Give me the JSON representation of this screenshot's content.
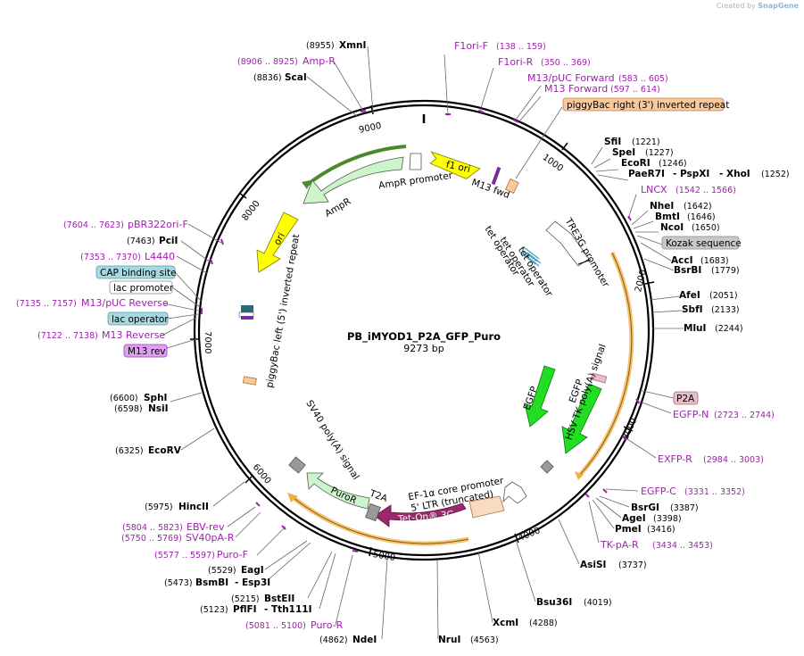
{
  "credit": {
    "prefix": "Created by",
    "brand": "SnapGene"
  },
  "plasmid": {
    "name": "PB_iMYOD1_P2A_GFP_Puro",
    "size_label": "9273 bp"
  },
  "ticks": [
    "1000",
    "2000",
    "3000",
    "4000",
    "5000",
    "6000",
    "7000",
    "8000",
    "9000"
  ],
  "sites_right": [
    {
      "name": "SfiI",
      "pos": "(1221)"
    },
    {
      "name": "SpeI",
      "pos": "(1227)"
    },
    {
      "name": "EcoRI",
      "pos": "(1246)"
    },
    {
      "name": "PaeR7I",
      "pos": ""
    },
    {
      "name": "- PspXI",
      "pos": ""
    },
    {
      "name": "- XhoI",
      "pos": "(1252)"
    },
    {
      "name": "NheI",
      "pos": "(1642)"
    },
    {
      "name": "BmtI",
      "pos": "(1646)"
    },
    {
      "name": "NcoI",
      "pos": "(1650)"
    },
    {
      "name": "AccI",
      "pos": "(1683)"
    },
    {
      "name": "BsrBI",
      "pos": "(1779)"
    },
    {
      "name": "AfeI",
      "pos": "(2051)"
    },
    {
      "name": "SbfI",
      "pos": "(2133)"
    },
    {
      "name": "MluI",
      "pos": "(2244)"
    },
    {
      "name": "BsrGI",
      "pos": "(3387)"
    },
    {
      "name": "AgeI",
      "pos": "(3398)"
    },
    {
      "name": "PmeI",
      "pos": "(3416)"
    },
    {
      "name": "AsiSI",
      "pos": "(3737)"
    },
    {
      "name": "Bsu36I",
      "pos": "(4019)"
    },
    {
      "name": "XcmI",
      "pos": "(4288)"
    },
    {
      "name": "NruI",
      "pos": "(4563)"
    },
    {
      "name": "NdeI",
      "pos": "(4862)"
    }
  ],
  "sites_left": [
    {
      "name": "XmnI",
      "pos": "(8955)"
    },
    {
      "name": "ScaI",
      "pos": "(8836)"
    },
    {
      "name": "PciI",
      "pos": "(7463)"
    },
    {
      "name": "SphI",
      "pos": "(6600)"
    },
    {
      "name": "NsiI",
      "pos": "(6598)"
    },
    {
      "name": "EcoRV",
      "pos": "(6325)"
    },
    {
      "name": "HincII",
      "pos": "(5975)"
    },
    {
      "name": "EagI",
      "pos": "(5529)"
    },
    {
      "name": "BsmBI",
      "pos": "(5473)"
    },
    {
      "name": "- Esp3I",
      "pos": ""
    },
    {
      "name": "BstEII",
      "pos": "(5215)"
    },
    {
      "name": "PflFI",
      "pos": "(5123)"
    },
    {
      "name": "- Tth111I",
      "pos": ""
    }
  ],
  "primers": [
    {
      "name": "F1ori-F",
      "pos": "(138 .. 159)"
    },
    {
      "name": "F1ori-R",
      "pos": "(350 .. 369)"
    },
    {
      "name": "M13/pUC Forward",
      "pos": "(583 .. 605)"
    },
    {
      "name": "M13 Forward",
      "pos": "(597 .. 614)"
    },
    {
      "name": "LNCX",
      "pos": "(1542 .. 1566)"
    },
    {
      "name": "EGFP-N",
      "pos": "(2723 .. 2744)"
    },
    {
      "name": "EXFP-R",
      "pos": "(2984 .. 3003)"
    },
    {
      "name": "EGFP-C",
      "pos": "(3331 .. 3352)"
    },
    {
      "name": "TK-pA-R",
      "pos": "(3434 .. 3453)"
    },
    {
      "name": "Puro-R",
      "pos": "(5081 .. 5100)"
    },
    {
      "name": "Puro-F",
      "pos": "(5577 .. 5597)"
    },
    {
      "name": "SV40pA-R",
      "pos": "(5750 .. 5769)"
    },
    {
      "name": "EBV-rev",
      "pos": "(5804 .. 5823)"
    },
    {
      "name": "M13 Reverse",
      "pos": "(7122 .. 7138)"
    },
    {
      "name": "M13/pUC Reverse",
      "pos": "(7135 .. 7157)"
    },
    {
      "name": "L4440",
      "pos": "(7353 .. 7370)"
    },
    {
      "name": "pBR322ori-F",
      "pos": "(7604 .. 7623)"
    },
    {
      "name": "Amp-R",
      "pos": "(8906 .. 8925)"
    }
  ],
  "boxed_labels": [
    {
      "text": "piggyBac right (3') inverted repeat",
      "fill": "#f9c89b",
      "stroke": "#c08050",
      "color": "#000000"
    },
    {
      "text": "Kozak sequence",
      "fill": "#c8c8c8",
      "stroke": "#888888",
      "color": "#000000"
    },
    {
      "text": "P2A",
      "fill": "#e8bcc8",
      "stroke": "#a07080",
      "color": "#000000"
    },
    {
      "text": "CAP binding site",
      "fill": "#a7d8e0",
      "stroke": "#5a9aa6",
      "color": "#000000"
    },
    {
      "text": "lac promoter",
      "fill": "#ffffff",
      "stroke": "#888888",
      "color": "#000000"
    },
    {
      "text": "lac operator",
      "fill": "#a7d8e0",
      "stroke": "#5a9aa6",
      "color": "#000000"
    },
    {
      "text": "M13 rev",
      "fill": "#e0a0f0",
      "stroke": "#9040b0",
      "color": "#000000"
    }
  ],
  "features": {
    "f1ori": "f1 ori",
    "m13fwd": "M13 fwd",
    "amppromoter": "AmpR promoter",
    "ampr": "AmpR",
    "ori": "ori",
    "pbleft": "piggyBac left (5') inverted repeat",
    "tre3g": "TRE3G promoter",
    "teto1": "tet operator",
    "teto2": "tet operator",
    "teto3": "tet operator",
    "egfp1": "EGFP",
    "egfp2": "EGFP",
    "hsvtk": "HSV TK poly(A) signal",
    "sv40": "SV40 poly(A) signal",
    "puror": "PuroR",
    "t2a": "T2A",
    "teton": "Tet-On® 3G",
    "ef1a": "EF-1α core promoter",
    "ltr": "5' LTR (truncated)"
  },
  "colors": {
    "backbone": "#000000",
    "f1ori": "#ffff00",
    "ori": "#ffff00",
    "ampr": "#ccf5cc",
    "egfp": "#22dd22",
    "puror": "#ccf5cc",
    "teton": "#9b2a6a",
    "piggybac": "#f9c89b",
    "primer": "#a020b0",
    "selected_arc": "#f0b040",
    "amp_arc": "#4a8a2a"
  }
}
